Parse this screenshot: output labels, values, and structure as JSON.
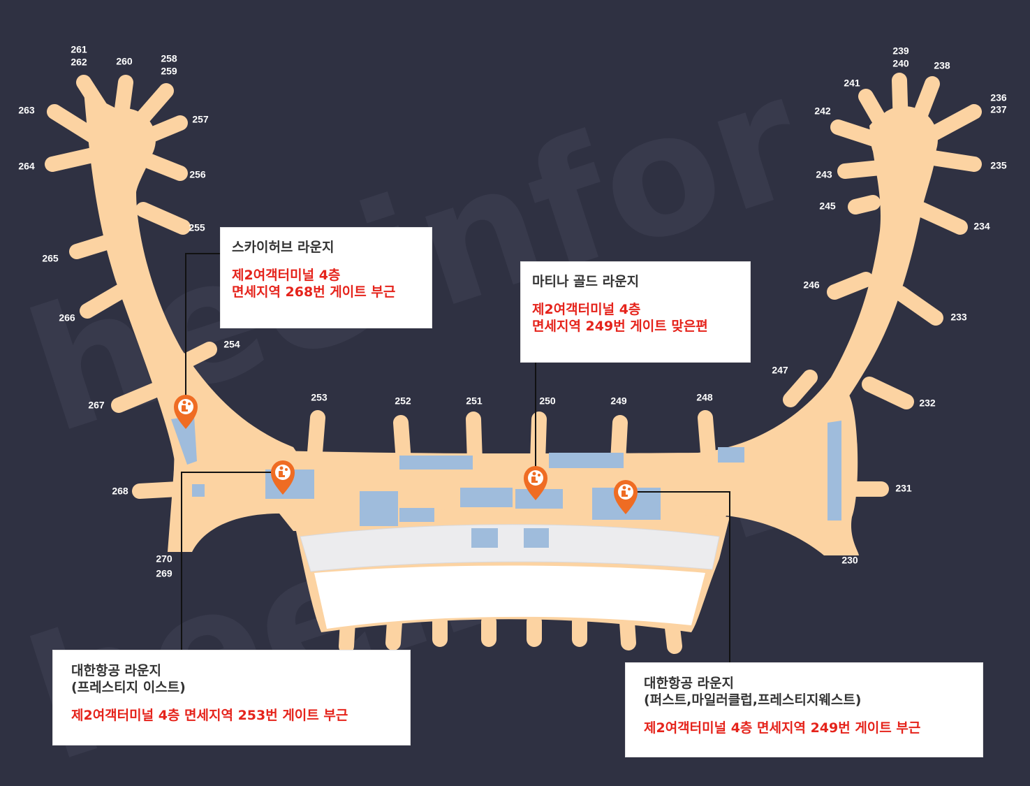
{
  "colors": {
    "background": "#2f3142",
    "concourse": "#fcd3a2",
    "facility": "#9fbcdc",
    "lounge_pin": "#ef6c23",
    "location_text": "#e5231b"
  },
  "watermark": "heeinfor",
  "gates": [
    "261",
    "262",
    "260",
    "258",
    "259",
    "257",
    "263",
    "264",
    "256",
    "255",
    "265",
    "266",
    "254",
    "267",
    "268",
    "270",
    "269",
    "253",
    "252",
    "251",
    "250",
    "249",
    "248",
    "247",
    "239",
    "240",
    "238",
    "241",
    "236",
    "237",
    "242",
    "235",
    "243",
    "245",
    "234",
    "246",
    "233",
    "232",
    "231",
    "230"
  ],
  "lounges": [
    {
      "name_lines": [
        "스카이허브 라운지"
      ],
      "location_lines": [
        "제2여객터미널 4층",
        "면세지역 268번 게이트 부근"
      ],
      "pin_icon": "lounge-seat-icon"
    },
    {
      "name_lines": [
        "마티나 골드 라운지"
      ],
      "location_lines": [
        "제2여객터미널 4층",
        "면세지역 249번 게이트 맞은편"
      ],
      "pin_icon": "lounge-seat-icon"
    },
    {
      "name_lines": [
        "대한항공 라운지",
        "(프레스티지 이스트)"
      ],
      "location_lines": [
        "제2여객터미널 4층 면세지역 253번 게이트 부근"
      ],
      "pin_icon": "lounge-seat-icon"
    },
    {
      "name_lines": [
        "대한항공 라운지",
        "(퍼스트,마일러클럽,프레스티지웨스트)"
      ],
      "location_lines": [
        "제2여객터미널 4층 면세지역 249번 게이트 부근"
      ],
      "pin_icon": "lounge-seat-icon"
    }
  ]
}
